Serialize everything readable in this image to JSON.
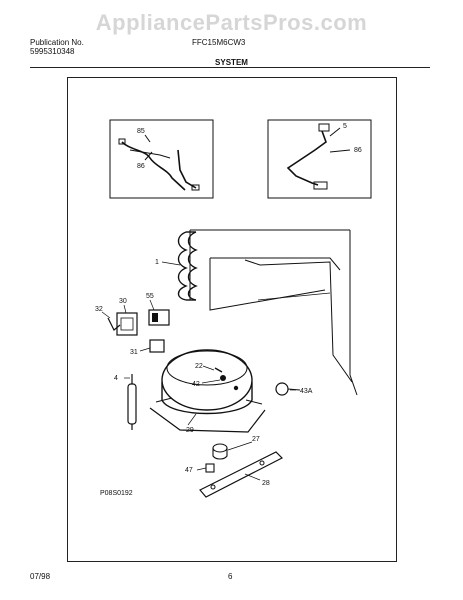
{
  "watermark": "AppliancePartsPros.com",
  "header": {
    "publication_label": "Publication No.",
    "publication_number": "5995310348",
    "model": "FFC15M6CW3",
    "section_title": "SYSTEM"
  },
  "diagram": {
    "figure_id": "P08S0192",
    "callouts": [
      "1",
      "4",
      "5",
      "22",
      "27",
      "28",
      "29",
      "30",
      "31",
      "32",
      "42",
      "43A",
      "47",
      "55",
      "85",
      "86",
      "86"
    ]
  },
  "footer": {
    "date": "07/98",
    "page": "6"
  },
  "colors": {
    "ink": "#111111",
    "watermark": "#d6d6d6"
  }
}
